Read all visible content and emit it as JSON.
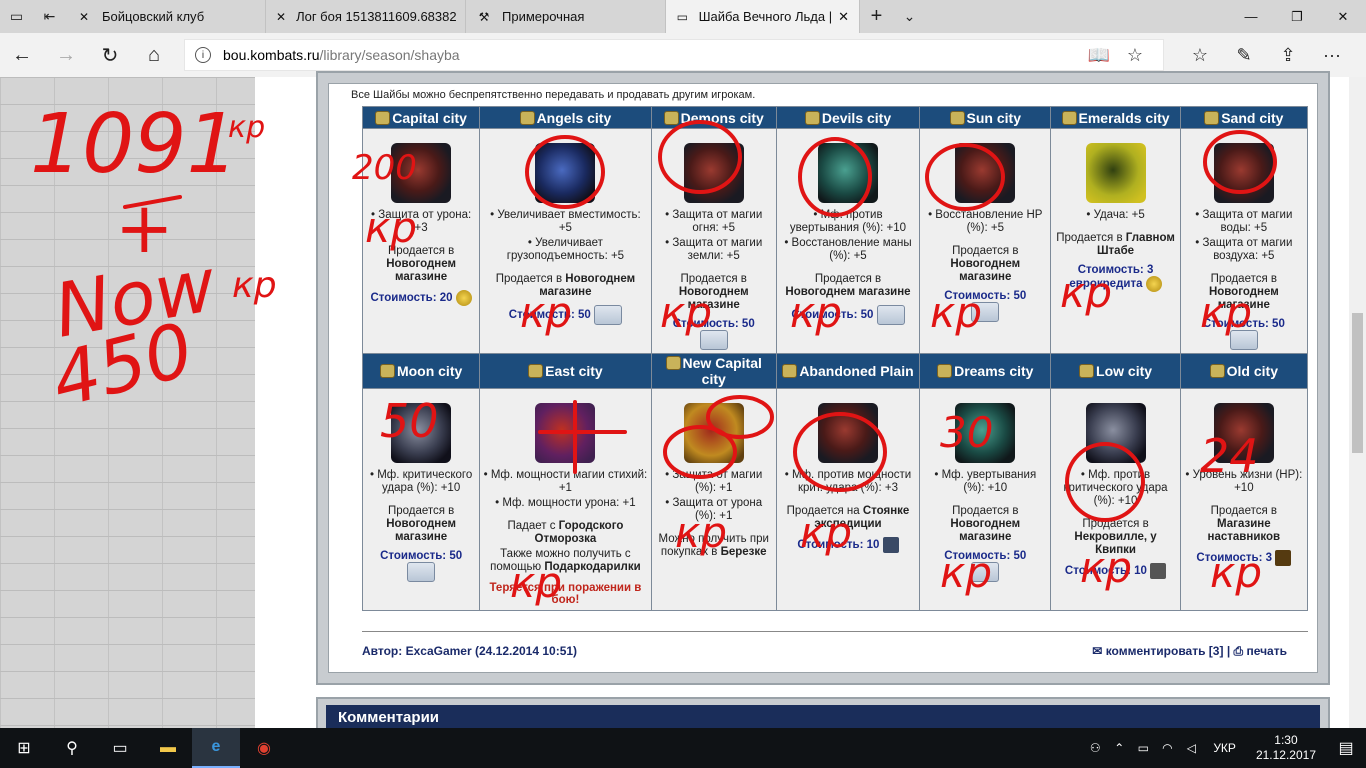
{
  "browser": {
    "tabs": [
      {
        "label": "Бойцовский клуб",
        "icon": "swords-icon"
      },
      {
        "label": "Лог боя 1513811609.68382",
        "icon": "swords-icon"
      },
      {
        "label": "Примерочная",
        "icon": "tool-icon"
      },
      {
        "label": "Шайба Вечного Льда |",
        "icon": "page-icon",
        "active": true
      }
    ],
    "url_domain": "bou.kombats.ru",
    "url_path": "/library/season/shayba"
  },
  "page": {
    "intro": "Все Шайбы можно беспрепятственно передавать и продавать другим игрокам.",
    "row1": [
      {
        "city": "Capital city",
        "puck": "red",
        "stats": [
          "• Защита от урона: +3"
        ],
        "sold_pre": "Продается в",
        "sold_place": "Новогоднем магазине",
        "cost": "Стоимость: 20",
        "currency": "coin"
      },
      {
        "city": "Angels city",
        "puck": "blue",
        "stats": [
          "• Увеличивает вместимость: +5",
          "• Увеличивает грузоподъемность: +5"
        ],
        "sold_pre": "Продается в",
        "sold_place": "Новогоднем магазине",
        "cost": "Стоимость: 50",
        "currency": "scroll"
      },
      {
        "city": "Demons city",
        "puck": "red",
        "stats": [
          "• Защита от магии огня: +5",
          "• Защита от магии земли: +5"
        ],
        "sold_pre": "Продается в",
        "sold_place": "Новогоднем магазине",
        "cost": "Стоимость: 50",
        "currency": "scroll"
      },
      {
        "city": "Devils city",
        "puck": "teal",
        "stats": [
          "• Мф. против увертывания (%): +10",
          "• Восстановление маны (%): +5"
        ],
        "sold_pre": "Продается в",
        "sold_place": "Новогоднем магазине",
        "cost": "Стоимость: 50",
        "currency": "scroll"
      },
      {
        "city": "Sun city",
        "puck": "red",
        "stats": [
          "• Восстановление HP (%): +5"
        ],
        "sold_pre": "Продается в",
        "sold_place": "Новогоднем магазине",
        "cost": "Стоимость: 50",
        "currency": "scroll"
      },
      {
        "city": "Emeralds city",
        "puck": "yellow",
        "stats": [
          "• Удача: +5"
        ],
        "sold_pre": "Продается в",
        "sold_place": "Главном Штабе",
        "cost": "Стоимость: 3 еврокредита",
        "currency": "ekr"
      },
      {
        "city": "Sand city",
        "puck": "red",
        "stats": [
          "• Защита от магии воды: +5",
          "• Защита от магии воздуха: +5"
        ],
        "sold_pre": "Продается в",
        "sold_place": "Новогоднем магазине",
        "cost": "Стоимость: 50",
        "currency": "scroll"
      }
    ],
    "row2": [
      {
        "city": "Moon city",
        "puck": "grey",
        "stats": [
          "• Мф. критического удара (%): +10"
        ],
        "sold_pre": "Продается в",
        "sold_place": "Новогоднем магазине",
        "cost": "Стоимость: 50",
        "currency": "scroll"
      },
      {
        "city": "East city",
        "puck": "purple",
        "stats": [
          "• Мф. мощности магии стихий: +1",
          "• Мф. мощности урона: +1"
        ],
        "sold_pre": "Падает с",
        "sold_place": "Городского Отморозка",
        "extra_pre": "Также можно получить с помощью",
        "extra_place": "Подаркодарилки",
        "lost": "Теряется при поражении в бою!"
      },
      {
        "city": "New Capital city",
        "puck": "gold",
        "stats": [
          "• Защита от магии (%): +1",
          "• Защита от урона (%): +1"
        ],
        "sold_pre": "Можно получить при покупках в",
        "sold_place": "Березке"
      },
      {
        "city": "Abandoned Plain",
        "puck": "red",
        "stats": [
          "• Мф. против мощности крит. удара (%): +3"
        ],
        "sold_pre": "Продается на",
        "sold_place": "Стоянке экспедиции",
        "cost": "Стоимость: 10",
        "currency": "token"
      },
      {
        "city": "Dreams city",
        "puck": "teal",
        "stats": [
          "• Мф. увертывания (%): +10"
        ],
        "sold_pre": "Продается в",
        "sold_place": "Новогоднем магазине",
        "cost": "Стоимость: 50",
        "currency": "scroll"
      },
      {
        "city": "Low city",
        "puck": "grey",
        "stats": [
          "• Мф. против критического удара (%): +10"
        ],
        "sold_pre": "Продается в",
        "sold_place": "Некровилле, у Квипки",
        "cost": "Стоимость: 10",
        "currency": "token"
      },
      {
        "city": "Old city",
        "puck": "red",
        "stats": [
          "• Уровень жизни (HP): +10"
        ],
        "sold_pre": "Продается в",
        "sold_place": "Магазине наставников",
        "cost": "Стоимость: 3",
        "currency": "token"
      }
    ],
    "author": "Автор: ExcaGamer (24.12.2014 10:51)",
    "comment_link": "комментировать [3]",
    "separator": "|",
    "print_link": "печать",
    "comments_title": "Комментарии"
  },
  "annotations": {
    "line1": "1091",
    "line1_unit": "кр",
    "line2": "+",
    "line3": "Now",
    "line4": "450",
    "line4_unit": "кр",
    "marks": [
      "200",
      "кр",
      "кр",
      "кр",
      "кр",
      "кр",
      "кр",
      "кр",
      "50",
      "кр",
      "кр",
      "кр",
      "кр",
      "30",
      "кр",
      "24",
      "кр"
    ]
  },
  "taskbar": {
    "lang": "УКР",
    "time": "1:30",
    "date": "21.12.2017"
  }
}
